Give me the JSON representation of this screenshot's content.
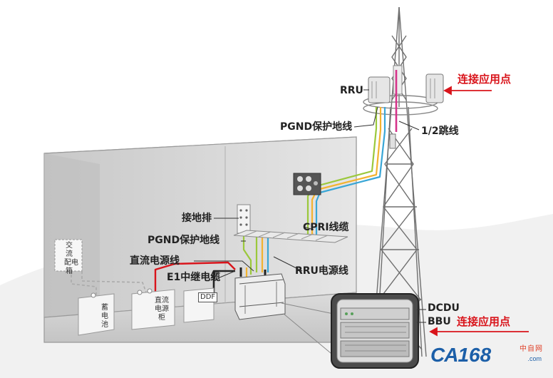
{
  "labels": {
    "rru": "RRU",
    "pgnd_top": "PGND保护地线",
    "jumper": "1/2跳线",
    "connect_top": "连接应用点",
    "ground_bar": "接地排",
    "pgnd_mid": "PGND保护地线",
    "cpri": "CPRI线缆",
    "dc_power_line": "直流电源线",
    "e1_cable": "E1中继电缆",
    "rru_power": "RRU电源线",
    "dcdu": "DCDU",
    "bbu": "BBU",
    "connect_bottom": "连接应用点",
    "ac_box": [
      "交",
      "流",
      "配",
      "电",
      "箱"
    ],
    "battery": [
      "蓄",
      "电",
      "池"
    ],
    "dc_cabinet": [
      "直流",
      "电源",
      "柜"
    ],
    "ddf": "DDF"
  },
  "brand": {
    "ca": "CA",
    "num": "168",
    "zh": "中自网",
    "com": ".com"
  },
  "colors": {
    "pgnd_cable": "#9bc83c",
    "cpri_cable": "#f2b330",
    "power_cable": "#39a6d6",
    "jumper_cable": "#d6338a",
    "dc_line": "#d9141b",
    "arrow": "#d9141b",
    "brand_blue": "#1c5fa8"
  }
}
